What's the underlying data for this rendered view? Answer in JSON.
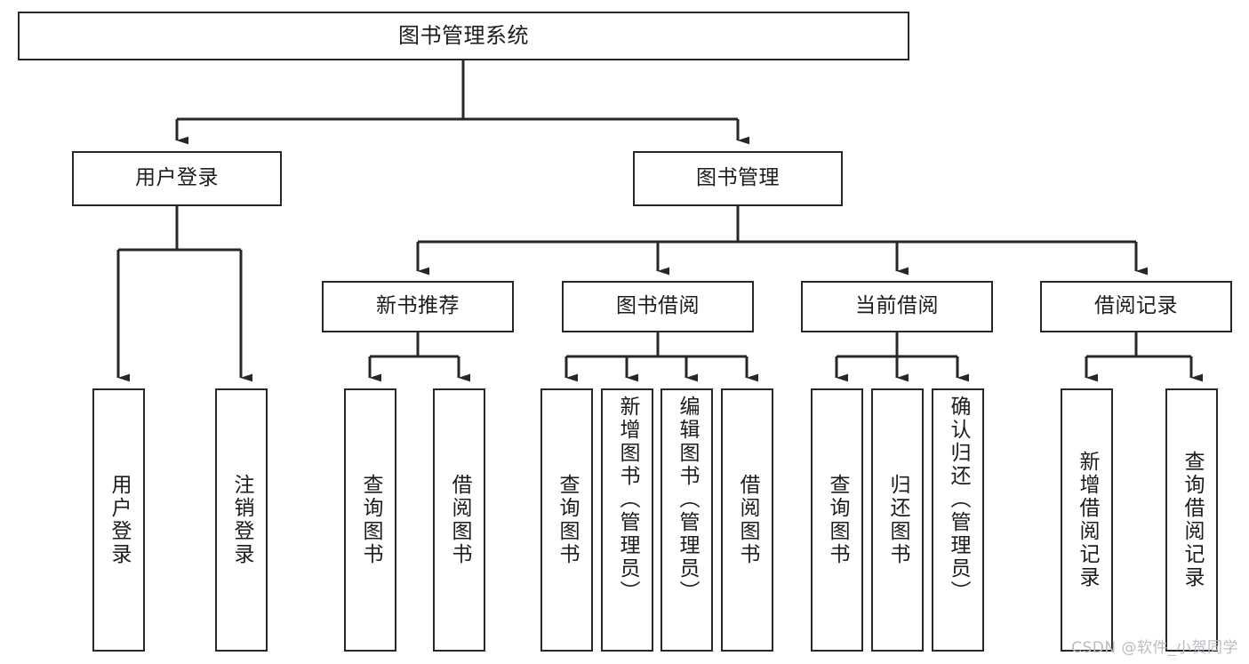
{
  "diagram": {
    "title": "图书管理系统",
    "type": "tree-hierarchy",
    "orientation": "top-down",
    "line_color": "#26272b",
    "box_fill": "#ffffff",
    "text_color": "#1b1c1e"
  },
  "nodes": {
    "root": {
      "label": "图书管理系统",
      "level": 1
    },
    "level2": [
      {
        "id": "user-login",
        "label": "用户登录"
      },
      {
        "id": "book-management",
        "label": "图书管理"
      }
    ],
    "level3": [
      {
        "id": "new-book-recommend",
        "label": "新书推荐",
        "parent": "book-management"
      },
      {
        "id": "book-borrow",
        "label": "图书借阅",
        "parent": "book-management"
      },
      {
        "id": "current-borrow",
        "label": "当前借阅",
        "parent": "book-management"
      },
      {
        "id": "borrow-record",
        "label": "借阅记录",
        "parent": "book-management"
      }
    ],
    "leaves": {
      "user-login": [
        {
          "id": "leaf-user-login",
          "label": "用户登录"
        },
        {
          "id": "leaf-logout-login",
          "label": "注销登录"
        }
      ],
      "new-book-recommend": [
        {
          "id": "leaf-query-book-1",
          "label": "查询图书"
        },
        {
          "id": "leaf-borrow-book-1",
          "label": "借阅图书"
        }
      ],
      "book-borrow": [
        {
          "id": "leaf-query-book-2",
          "label": "查询图书"
        },
        {
          "id": "leaf-add-book",
          "label": "新增图书（管理员）"
        },
        {
          "id": "leaf-edit-book",
          "label": "编辑图书（管理员）"
        },
        {
          "id": "leaf-borrow-book-2",
          "label": "借阅图书"
        }
      ],
      "current-borrow": [
        {
          "id": "leaf-query-book-3",
          "label": "查询图书"
        },
        {
          "id": "leaf-return-book",
          "label": "归还图书"
        },
        {
          "id": "leaf-confirm-return",
          "label": "确认归还（管理员）"
        }
      ],
      "borrow-record": [
        {
          "id": "leaf-add-record",
          "label": "新增借阅记录"
        },
        {
          "id": "leaf-query-record",
          "label": "查询借阅记录"
        }
      ]
    }
  },
  "watermark": {
    "text": "CSDN @软件_小贺同学"
  }
}
